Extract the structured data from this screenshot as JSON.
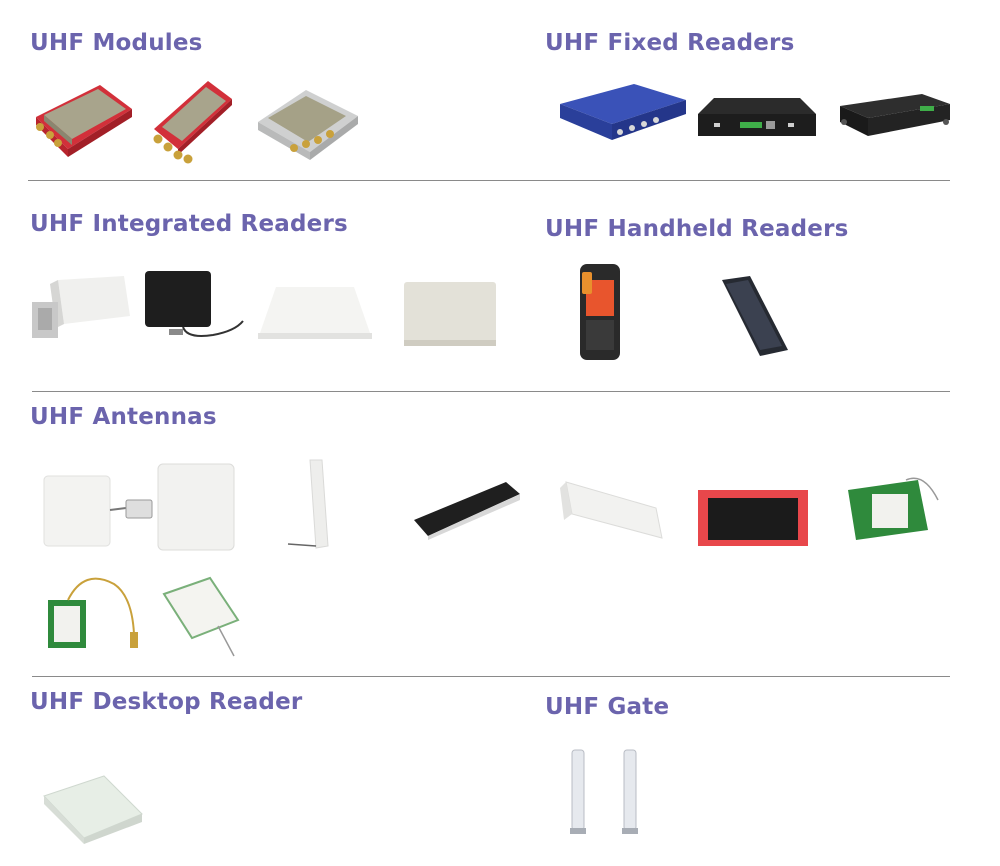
{
  "sections": {
    "modules": {
      "title": "UHF Modules",
      "icon": "uhf-module-icon"
    },
    "fixed": {
      "title": "UHF Fixed Readers",
      "icon": "fixed-reader-icon"
    },
    "integrated": {
      "title": "UHF Integrated Readers",
      "icon": "integrated-reader-icon"
    },
    "handheld": {
      "title": "UHF Handheld Readers",
      "icon": "handheld-reader-icon"
    },
    "antennas": {
      "title": "UHF Antennas",
      "icon": "antenna-icon"
    },
    "desktop": {
      "title": "UHF Desktop Reader",
      "icon": "desktop-reader-icon"
    },
    "gate": {
      "title": "UHF Gate",
      "icon": "gate-icon"
    }
  },
  "colors": {
    "heading": "#6b64ad",
    "divider": "#8a8a8a",
    "pcb_red": "#d2303a",
    "pcb_green": "#2f8a3c",
    "shield_metal": "#a8a48c",
    "reader_blue": "#2a3f9a",
    "device_black": "#1f1f1f",
    "housing_white": "#f1f1ef"
  }
}
